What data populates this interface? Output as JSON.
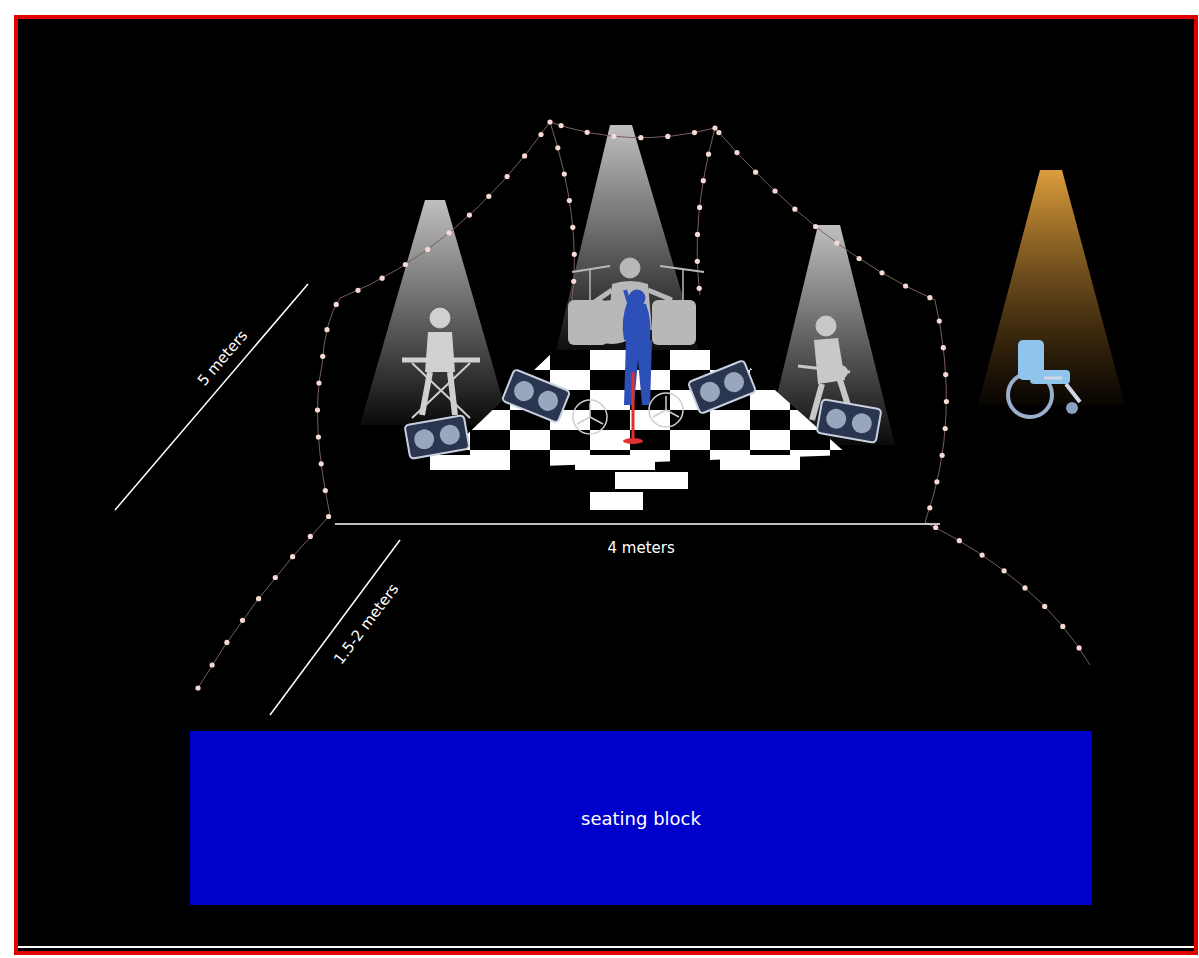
{
  "diagram": {
    "nodes": [
      {
        "text": [
          "seating block"
        ]
      }
    ],
    "labels": [
      "5 meters",
      "4 meters",
      "1.5-2 meters"
    ]
  }
}
